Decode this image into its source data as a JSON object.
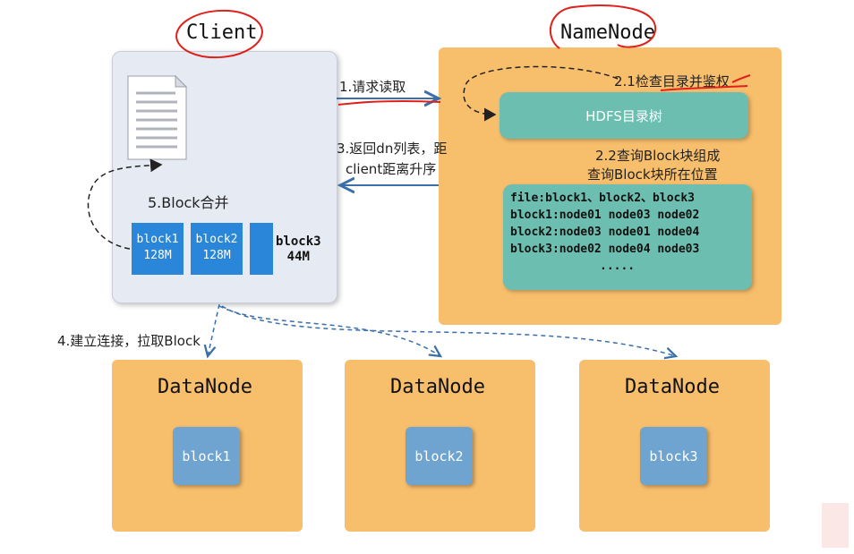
{
  "client": {
    "title": "Client"
  },
  "namenode": {
    "title": "NameNode",
    "tree_label": "HDFS目录树",
    "table_lines": [
      "file:block1、block2、block3",
      "block1:node01 node03 node02",
      "block2:node03 node01 node04",
      "block3:node02 node04 node03",
      "....."
    ]
  },
  "steps": {
    "s1": "1.请求读取",
    "s21": "2.1检查目录并鉴权",
    "s22a": "2.2查询Block块组成",
    "s22b": "查询Block块所在位置",
    "s3a": "3.返回dn列表，距",
    "s3b": "client距离升序",
    "s4": "4.建立连接，拉取Block",
    "s5": "5.Block合并"
  },
  "client_blocks": [
    {
      "name": "block1",
      "size": "128M"
    },
    {
      "name": "block2",
      "size": "128M"
    },
    {
      "name": "block3",
      "size": "44M"
    }
  ],
  "datanodes": [
    {
      "title": "DataNode",
      "block": "block1"
    },
    {
      "title": "DataNode",
      "block": "block2"
    },
    {
      "title": "DataNode",
      "block": "block3"
    }
  ],
  "colors": {
    "orange": "#f7be6c",
    "teal": "#6cbfb0",
    "blue": "#2a86d8",
    "arrow": "#3a6fa8",
    "annotation": "#e0201a"
  }
}
